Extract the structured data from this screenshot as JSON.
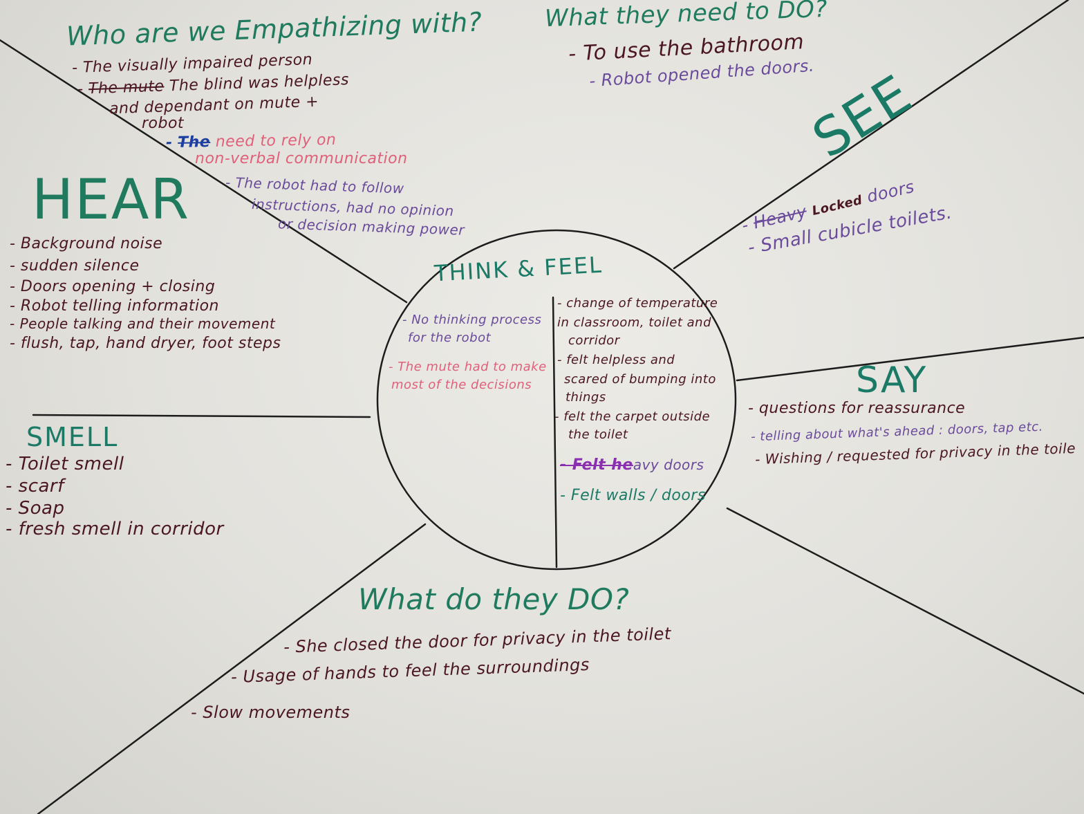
{
  "who": {
    "title": "Who are we Empathizing with?",
    "line1": "- The visually impaired person",
    "line2_prefix": "-",
    "line2_struck": "The mute",
    "line2_rest": "The blind was helpless",
    "line3": "and dependant on mute +",
    "line4": "robot",
    "line5_prefix": "-",
    "line5_struck": "The",
    "line5_rest": "need to rely on",
    "line6": "non-verbal communication",
    "line7": "- The robot had to follow",
    "line8": "instructions, had no opinion",
    "line9": "or decision making power"
  },
  "need": {
    "title": "What they need to DO?",
    "line1": "- To use the bathroom",
    "line2": "- Robot opened the doors."
  },
  "hear": {
    "title": "HEAR",
    "items": [
      "- Background noise",
      "- sudden silence",
      "- Doors opening + closing",
      "- Robot telling information",
      "- People talking and their movement",
      "- flush, tap, hand dryer, foot steps"
    ]
  },
  "see": {
    "title": "SEE",
    "item1_prefix": "-",
    "item1_struck": "Heavy",
    "item1_insert": "Locked",
    "item1_rest": "doors",
    "item2": "- Small cubicle toilets."
  },
  "think": {
    "title": "THINK & FEEL",
    "left1": "- No thinking process",
    "left2": "for the robot",
    "left3": "- The mute had to make",
    "left4": "most of the decisions",
    "right1": "- change of temperature",
    "right2": "in classroom, toilet and",
    "right3": "corridor",
    "right4": "- felt helpless and",
    "right5": "scared of bumping into",
    "right6": "things",
    "right7": "- felt the carpet outside",
    "right8": "the toilet",
    "right9_struck": "- Felt he",
    "right9_rest": "avy doors",
    "right10": "- Felt walls / doors"
  },
  "say": {
    "title": "SAY",
    "item1": "- questions for reassurance",
    "item2": "- telling about what's ahead : doors, tap etc.",
    "item3": "- Wishing / requested for privacy in the toile"
  },
  "smell": {
    "title": "SMELL",
    "items": [
      "- Toilet smell",
      "- scarf",
      "- Soap",
      "- fresh smell in corridor"
    ]
  },
  "do": {
    "title": "What do they DO?",
    "item1": "- She closed the door for privacy in the toilet",
    "item2": "- Usage of hands to feel the surroundings",
    "item3": "- Slow movements"
  }
}
